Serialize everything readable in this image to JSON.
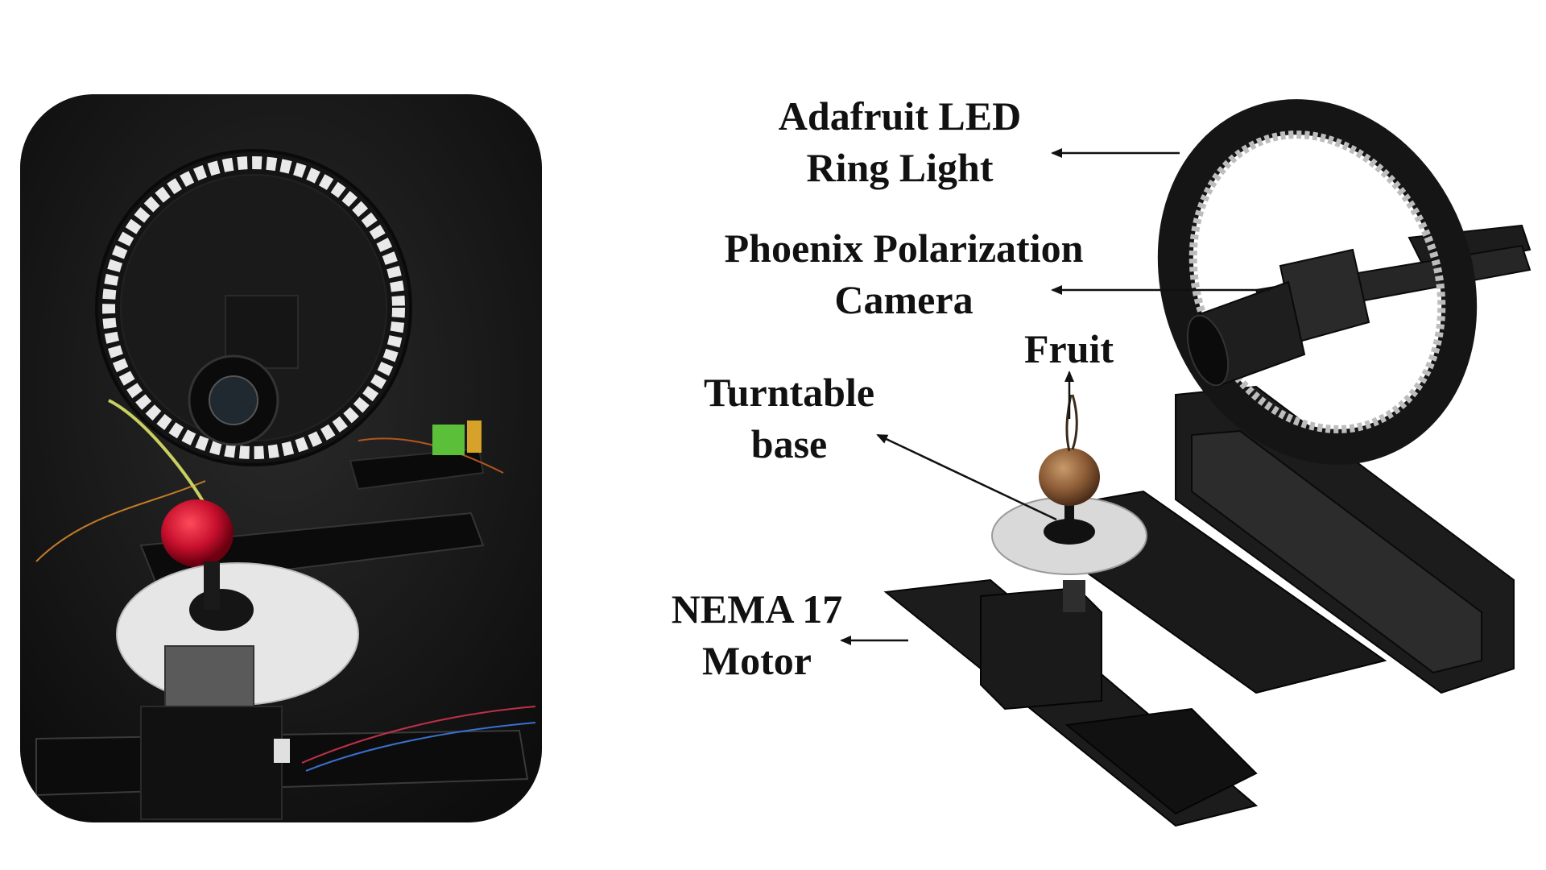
{
  "photo": {
    "description_icon": "photo-of-physical-setup"
  },
  "labels": {
    "led_ring_line1": "Adafruit LED",
    "led_ring_line2": "Ring Light",
    "camera_line1": "Phoenix Polarization",
    "camera_line2": "Camera",
    "fruit": "Fruit",
    "turntable_line1": "Turntable",
    "turntable_line2": "base",
    "motor_line1": "NEMA 17",
    "motor_line2": "Motor"
  },
  "colors": {
    "background": "#ffffff",
    "text": "#111111",
    "arrow": "#111111",
    "hardware": "#1c1c1c",
    "led": "#e8e8e8",
    "cherry": "#c8102e"
  }
}
